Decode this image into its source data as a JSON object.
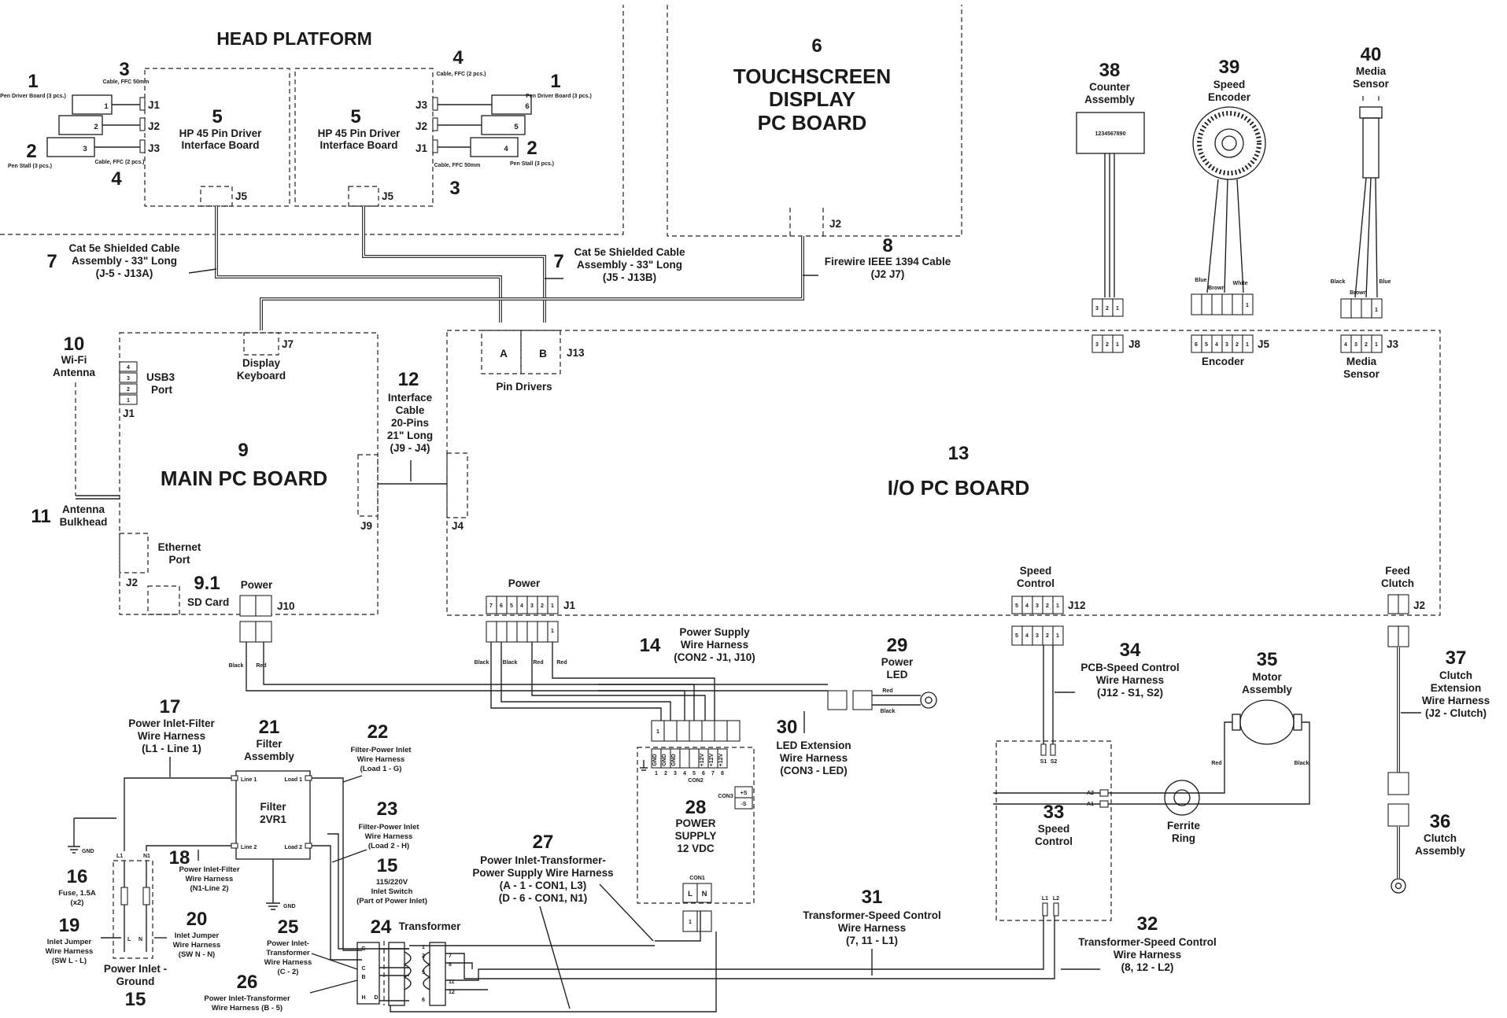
{
  "labels": {
    "head_platform": "HEAD PLATFORM",
    "n1": "1",
    "n2": "2",
    "n3": "3",
    "n4": "4",
    "n5": "5",
    "n6": "6",
    "n7": "7",
    "n8": "8",
    "n9": "9",
    "n9_1": "9.1",
    "n10": "10",
    "n11": "11",
    "n12": "12",
    "n13": "13",
    "n14": "14",
    "n15": "15",
    "n16": "16",
    "n17": "17",
    "n18": "18",
    "n19": "19",
    "n20": "20",
    "n21": "21",
    "n22": "22",
    "n23": "23",
    "n24": "24",
    "n25": "25",
    "n26": "26",
    "n27": "27",
    "n28": "28",
    "n29": "29",
    "n30": "30",
    "n31": "31",
    "n32": "32",
    "n33": "33",
    "n34": "34",
    "n35": "35",
    "n36": "36",
    "n37": "37",
    "n38": "38",
    "n39": "39",
    "n40": "40",
    "pen_driver_board": "Pen Driver Board (3 pcs.)",
    "pen_stall": "Pen Stall (3 pcs.)",
    "cable_ffc_50mm": "Cable, FFC 50mm",
    "cable_ffc_2pcs": "Cable, FFC (2 pcs.)",
    "hp45_line1": "HP 45 Pin Driver",
    "hp45_line2": "Interface Board",
    "touch_line1": "TOUCHSCREEN",
    "touch_line2": "DISPLAY",
    "touch_line3": "PC BOARD",
    "cat5_line1": "Cat 5e Shielded Cable",
    "cat5_line2": "Assembly - 33\" Long",
    "cat5_a": "(J-5 - J13A)",
    "cat5_b": "(J5 - J13B)",
    "firewire_line1": "Firewire IEEE 1394 Cable",
    "firewire_line2": "(J2 J7)",
    "wifi_line1": "Wi-Fi",
    "wifi_line2": "Antenna",
    "antenna_line1": "Antenna",
    "antenna_line2": "Bulkhead",
    "display_line1": "Display",
    "display_line2": "Keyboard",
    "usb_line1": "USB3",
    "usb_line2": "Port",
    "main_pc": "MAIN PC BOARD",
    "ethernet_line1": "Ethernet",
    "ethernet_line2": "Port",
    "sd_card": "SD Card",
    "power": "Power",
    "iface_line1": "Interface",
    "iface_line2": "Cable",
    "iface_line3": "20-Pins",
    "iface_line4": "21\" Long",
    "iface_line5": "(J9 - J4)",
    "io_pc": "I/O PC BOARD",
    "pin_drivers": "Pin Drivers",
    "counter_line1": "Counter",
    "counter_line2": "Assembly",
    "counter_display": "1234567890",
    "speed_enc_line1": "Speed",
    "speed_enc_line2": "Encoder",
    "encoder": "Encoder",
    "media_line1": "Media",
    "media_line2": "Sensor",
    "speed_control_line1": "Speed",
    "speed_control_line2": "Control",
    "feed_line1": "Feed",
    "feed_line2": "Clutch",
    "psu_harness_line1": "Power Supply",
    "psu_harness_line2": "Wire Harness",
    "psu_harness_line3": "(CON2 - J1, J10)",
    "power_led_line1": "Power",
    "power_led_line2": "LED",
    "led_ext_line1": "LED Extension",
    "led_ext_line2": "Wire Harness",
    "led_ext_line3": "(CON3 - LED)",
    "pcb_speed_line1": "PCB-Speed Control",
    "pcb_speed_line2": "Wire Harness",
    "pcb_speed_line3": "(J12 - S1, S2)",
    "motor_line1": "Motor",
    "motor_line2": "Assembly",
    "clutch_ext_line1": "Clutch",
    "clutch_ext_line2": "Extension",
    "clutch_ext_line3": "Wire Harness",
    "clutch_ext_line4": "(J2 - Clutch)",
    "pif_line1": "Power Inlet-Filter",
    "pif_line2": "Wire Harness",
    "pif_line3": "(L1 - Line 1)",
    "filter_asm_line1": "Filter",
    "filter_asm_line2": "Assembly",
    "filter_line1": "Filter",
    "filter_line2": "2VR1",
    "line1": "Line 1",
    "line2": "Line 2",
    "load1": "Load 1",
    "load2": "Load 2",
    "fpi1_line1": "Filter-Power Inlet",
    "fpi1_line2": "Wire Harness",
    "fpi1_line3": "(Load 1 - G)",
    "fpi2_line1": "Filter-Power Inlet",
    "fpi2_line2": "Wire Harness",
    "fpi2_line3": "(Load 2 - H)",
    "inlet_switch_line1": "115/220V",
    "inlet_switch_line2": "Inlet Switch",
    "inlet_switch_line3": "(Part of Power Inlet)",
    "pif18_line1": "Power Inlet-Filter",
    "pif18_line2": "Wire Harness",
    "pif18_line3": "(N1-Line 2)",
    "fuse_line1": "Fuse, 1.5A",
    "fuse_line2": "(x2)",
    "jumper19_line1": "Inlet Jumper",
    "jumper19_line2": "Wire Harness",
    "jumper19_line3": "(SW L - L)",
    "jumper20_line1": "Inlet Jumper",
    "jumper20_line2": "Wire Harness",
    "jumper20_line3": "(SW N - N)",
    "ground_line1": "Power Inlet -",
    "ground_line2": "Ground",
    "transformer": "Transformer",
    "pit25_line1": "Power Inlet-",
    "pit25_line2": "Transformer",
    "pit25_line3": "Wire Harness",
    "pit25_line4": "(C - 2)",
    "pit26_line1": "Power Inlet-Transformer",
    "pit26_line2": "Wire Harness (B - 5)",
    "pitp_line1": "Power Inlet-Transformer-",
    "pitp_line2": "Power Supply Wire Harness",
    "pitp_line3": "(A - 1 - CON1, L3)",
    "pitp_line4": "(D - 6 - CON1, N1)",
    "psu_line1": "POWER",
    "psu_line2": "SUPPLY",
    "psu_line3": "12 VDC",
    "con1": "CON1",
    "con2": "CON2",
    "con3": "CON3",
    "tsc31_line1": "Transformer-Speed Control",
    "tsc31_line2": "Wire Harness",
    "tsc31_line3": "(7, 11 - L1)",
    "tsc32_line1": "Transformer-Speed Control",
    "tsc32_line2": "Wire Harness",
    "tsc32_line3": "(8, 12 - L2)",
    "ferrite_line1": "Ferrite",
    "ferrite_line2": "Ring",
    "clutch_asm_line1": "Clutch",
    "clutch_asm_line2": "Assembly",
    "gnd": "GND",
    "black": "Black",
    "red": "Red",
    "blue": "Blue",
    "brown": "Brown",
    "white": "White",
    "j1": "J1",
    "j2": "J2",
    "j3": "J3",
    "j4": "J4",
    "j5": "J5",
    "j7": "J7",
    "j8": "J8",
    "j9": "J9",
    "j10": "J10",
    "j12": "J12",
    "j13": "J13",
    "a": "A",
    "b": "B",
    "s1": "S1",
    "s2": "S2",
    "l1": "L1",
    "l2": "L2",
    "n_1": "N1",
    "a1": "A1",
    "a2": "A2",
    "l": "L",
    "n": "N",
    "plus_s": "+S",
    "minus_s": "-S",
    "gnd_pin": "GND",
    "v12_pin": "+12V",
    "p1": "1",
    "p2": "2",
    "p3": "3",
    "p4": "4",
    "p5": "5",
    "p6": "6",
    "p7": "7",
    "p8": "8",
    "p9": "9",
    "p11": "11",
    "p12": "12",
    "t_g": "G",
    "t_c": "C",
    "t_b": "B",
    "t_h": "H",
    "t_d": "D"
  }
}
